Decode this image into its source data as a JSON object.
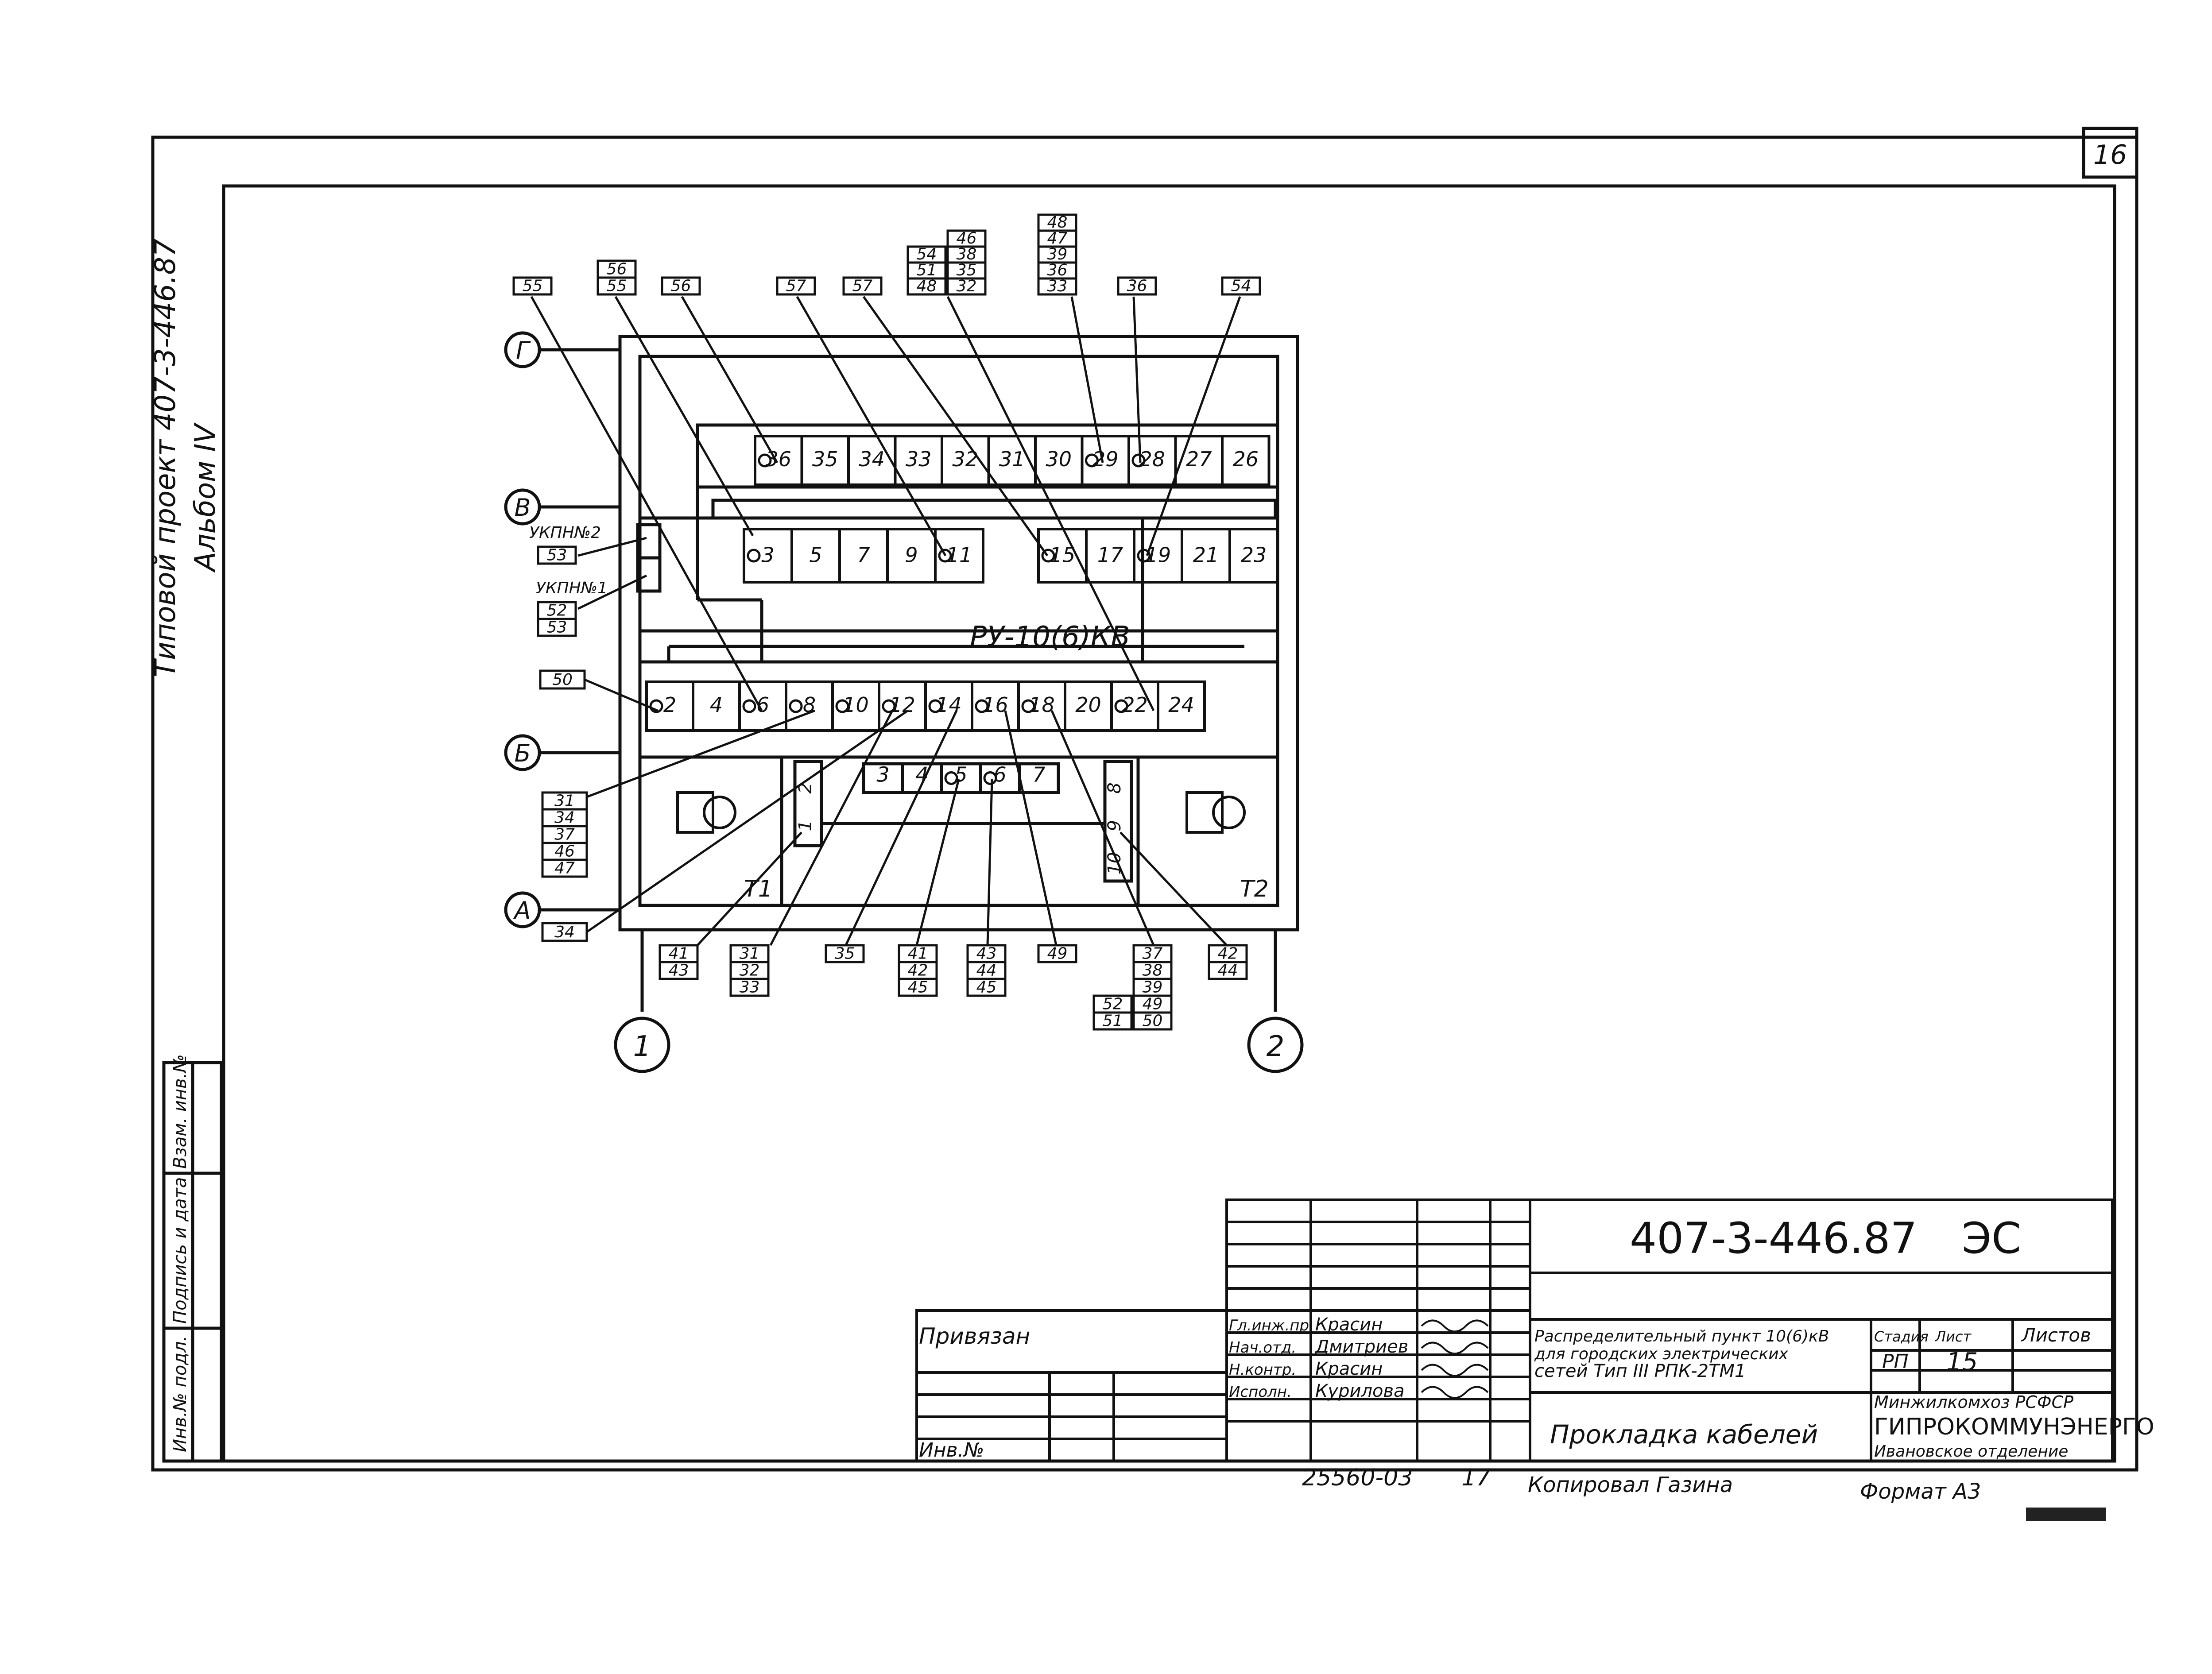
{
  "sheet": {
    "page_number": "16",
    "album_margin_line1": "Типовой проект 407-3-446.87",
    "album_margin_line2": "Альбом IV",
    "left_stamp_1": "Инв.№ подл.",
    "left_stamp_2": "Подпись и дата",
    "left_stamp_3": "Взам. инв.№"
  },
  "diagram": {
    "title": "РУ-10(6)КВ",
    "axes": {
      "rows": [
        "Г",
        "В",
        "Б",
        "А"
      ],
      "cols": [
        "1",
        "2"
      ]
    },
    "transformers": [
      "Т1",
      "Т2"
    ],
    "ukpn": [
      {
        "label": "УКПН№2",
        "codes": [
          "53"
        ]
      },
      {
        "label": "УКПН№1",
        "codes": [
          "52",
          "53"
        ]
      }
    ],
    "cells": {
      "top_row": [
        "36",
        "35",
        "34",
        "33",
        "32",
        "31",
        "30",
        "29",
        "28",
        "27",
        "26"
      ],
      "mid_left": [
        "3",
        "5",
        "7",
        "9",
        "11"
      ],
      "mid_right": [
        "15",
        "17",
        "19",
        "21",
        "23"
      ],
      "bottom_row": [
        "2",
        "4",
        "6",
        "8",
        "10",
        "12",
        "14",
        "16",
        "18",
        "20",
        "22",
        "24"
      ],
      "inner_mid": [
        "3",
        "4",
        "5",
        "6",
        "7"
      ],
      "inner_left": [
        "2",
        "1"
      ],
      "inner_right": [
        "8",
        "9",
        "10"
      ]
    },
    "tags_top": [
      {
        "codes": [
          "55"
        ]
      },
      {
        "codes": [
          "56",
          "55"
        ]
      },
      {
        "codes": [
          "56"
        ]
      },
      {
        "codes": [
          "57"
        ]
      },
      {
        "codes": [
          "57"
        ]
      },
      {
        "codes": [
          "46",
          "38",
          "35",
          "32"
        ],
        "side": [
          "54",
          "51",
          "48"
        ]
      },
      {
        "codes": [
          "48",
          "47",
          "39",
          "36",
          "33"
        ]
      },
      {
        "codes": [
          "36"
        ]
      },
      {
        "codes": [
          "54"
        ]
      }
    ],
    "tag_50": "50",
    "tags_left": [
      "31",
      "34",
      "37",
      "46",
      "47"
    ],
    "tag_34": "34",
    "tags_bottom": [
      {
        "codes": [
          "41",
          "43"
        ]
      },
      {
        "codes": [
          "31",
          "32",
          "33"
        ]
      },
      {
        "codes": [
          "35"
        ]
      },
      {
        "codes": [
          "41",
          "42",
          "45"
        ]
      },
      {
        "codes": [
          "43",
          "44",
          "45"
        ]
      },
      {
        "codes": [
          "49"
        ]
      },
      {
        "codes": [
          "37",
          "38",
          "39",
          "49",
          "50"
        ],
        "side": [
          "52",
          "51"
        ]
      },
      {
        "codes": [
          "42",
          "44"
        ]
      }
    ]
  },
  "title_block": {
    "designation": "407-3-446.87",
    "mark": "ЭС",
    "privyazan": "Привязан",
    "inv_no": "Инв.№",
    "signatures": [
      {
        "role": "Гл.инж.пр.",
        "name": "Красин"
      },
      {
        "role": "Нач.отд.",
        "name": "Дмитриев"
      },
      {
        "role": "Н.контр.",
        "name": "Красин"
      },
      {
        "role": "Исполн.",
        "name": "Курилова"
      }
    ],
    "description_line1": "Распределительный пункт 10(6)кВ",
    "description_line2": "для городских электрических",
    "description_line3": "сетей    Тип III РПК-2ТМ1",
    "sheet_title": "Прокладка кабелей",
    "col_stage": "Стадия",
    "col_sheet": "Лист",
    "col_sheets": "Листов",
    "stage": "РП",
    "sheet_no": "15",
    "ministry": "Минжилкомхоз РСФСР",
    "org": "ГИПРОКОММУНЭНЕРГО",
    "branch": "Ивановское отделение",
    "copy_no": "25560-03",
    "copy_sheet": "17",
    "copied_by": "Копировал Газина",
    "format": "Формат А3"
  }
}
